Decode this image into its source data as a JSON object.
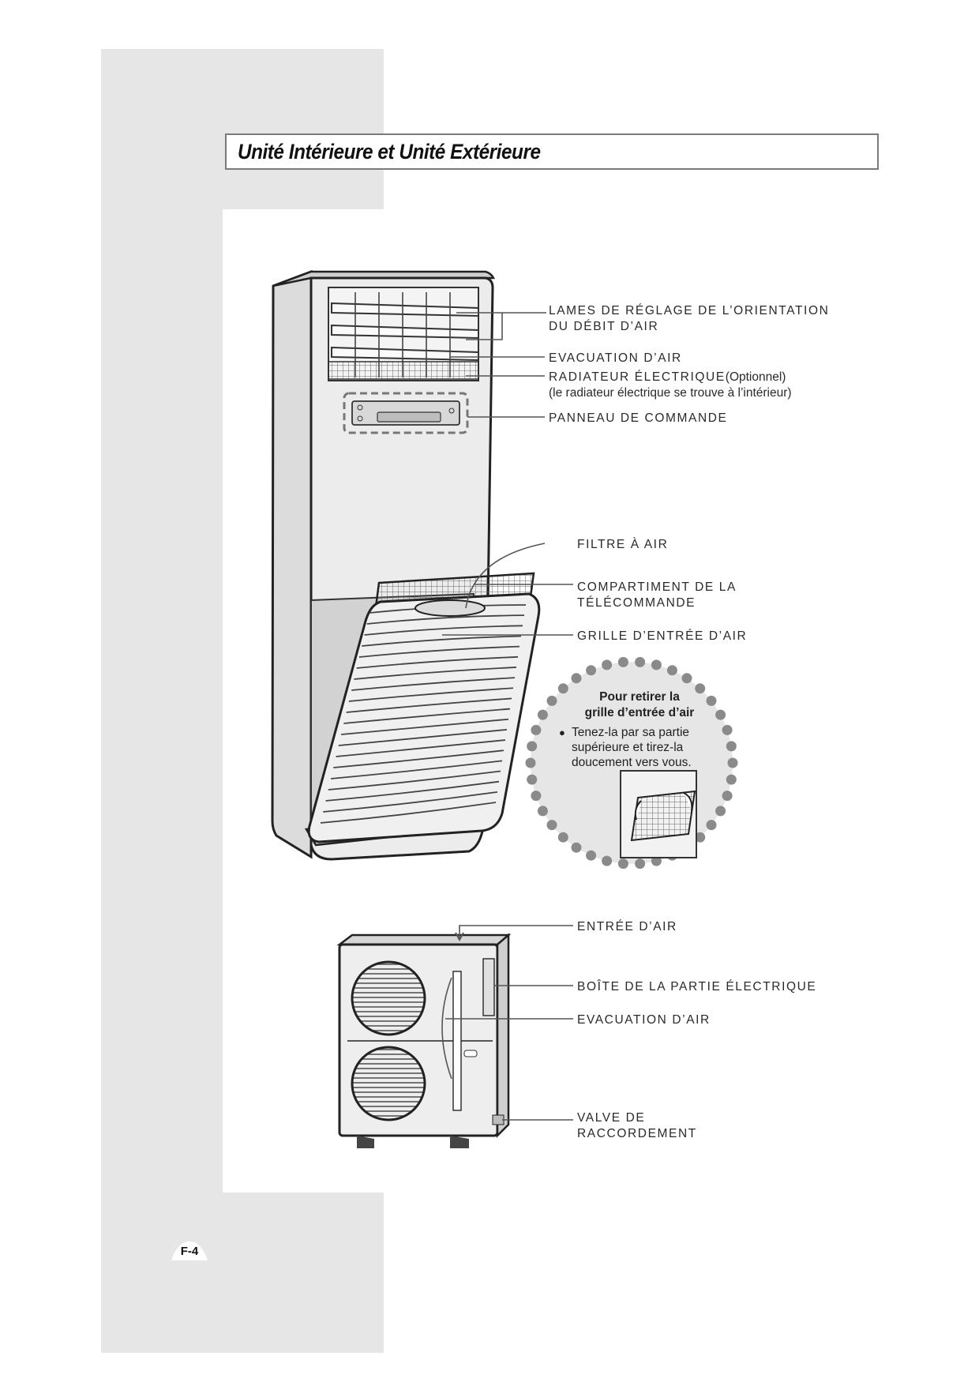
{
  "page": {
    "title": "Unité Intérieure et Unité Extérieure",
    "page_number": "F-4"
  },
  "indoor_unit": {
    "labels": {
      "louvers_line1": "LAMES DE RÉGLAGE DE L’ORIENTATION",
      "louvers_line2": "DU DÉBIT D’AIR",
      "air_outlet": "EVACUATION D’AIR",
      "heater": "RADIATEUR ÉLECTRIQUE",
      "heater_optional": "(Optionnel)",
      "heater_note": "(le radiateur électrique se trouve à l’intérieur)",
      "control_panel": "PANNEAU DE COMMANDE",
      "air_filter": "FILTRE À AIR",
      "remote_line1": "COMPARTIMENT DE LA",
      "remote_line2": "TÉLÉCOMMANDE",
      "intake_grille": "GRILLE D’ENTRÉE D’AIR"
    },
    "inset": {
      "title_line1": "Pour retirer la",
      "title_line2": "grille d’entrée d’air",
      "bullet": "●",
      "body_line1": "Tenez-la par sa partie",
      "body_line2": "supérieure et tirez-la",
      "body_line3": "doucement vers vous."
    }
  },
  "outdoor_unit": {
    "labels": {
      "air_inlet": "ENTRÉE D’AIR",
      "electric_box": "BOÎTE DE LA PARTIE ÉLECTRIQUE",
      "air_outlet": "EVACUATION D’AIR",
      "valve_line1": "VALVE DE",
      "valve_line2": "RACCORDEMENT"
    }
  },
  "colors": {
    "band": "#e6e6e6",
    "line": "#555555",
    "inset_fill": "#e4e4e4",
    "dots": "#8a8a8a"
  }
}
